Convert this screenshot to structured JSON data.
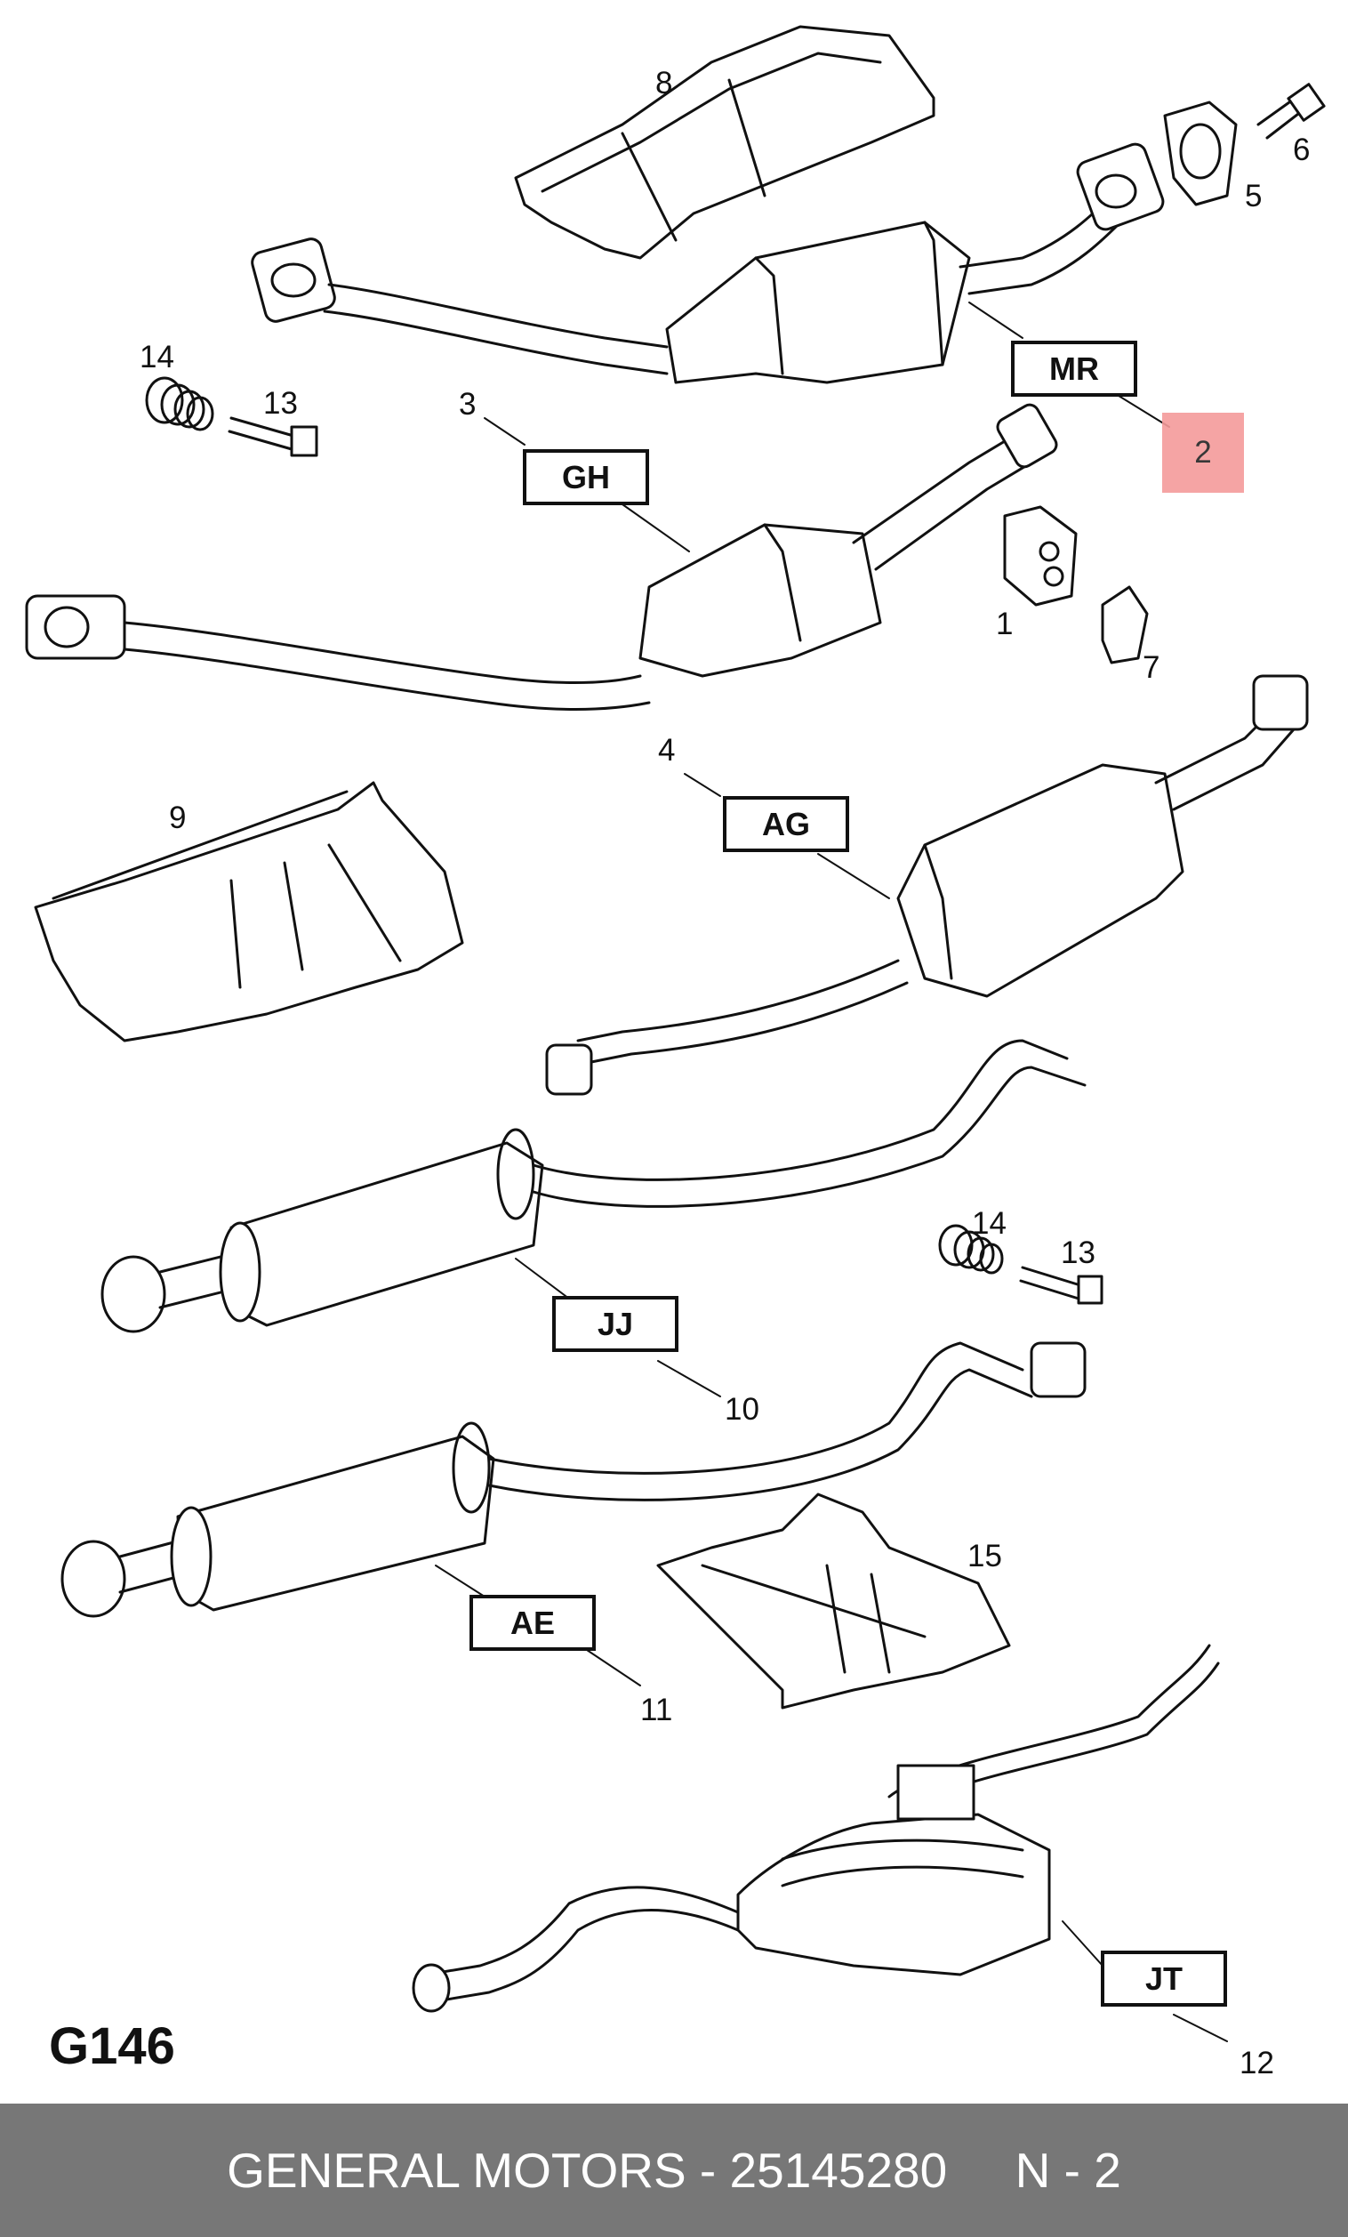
{
  "diagram": {
    "code": "G146",
    "highlight_part": "2",
    "codes": {
      "mr": "MR",
      "gh": "GH",
      "ag": "AG",
      "jj": "JJ",
      "ae": "AE",
      "jt": "JT"
    },
    "parts": {
      "p1": "1",
      "p2": "2",
      "p3": "3",
      "p4": "4",
      "p5": "5",
      "p6": "6",
      "p7": "7",
      "p8": "8",
      "p9": "9",
      "p10": "10",
      "p11": "11",
      "p12": "12",
      "p13a": "13",
      "p13b": "13",
      "p14a": "14",
      "p14b": "14",
      "p15": "15"
    }
  },
  "footer": {
    "manufacturer": "GENERAL MOTORS",
    "separator": " - ",
    "part_number": "25145280",
    "spacer": "     ",
    "position": "N - 2"
  },
  "colors": {
    "highlight": "#f59b9b",
    "footer_bg": "#777777",
    "line": "#111111"
  }
}
